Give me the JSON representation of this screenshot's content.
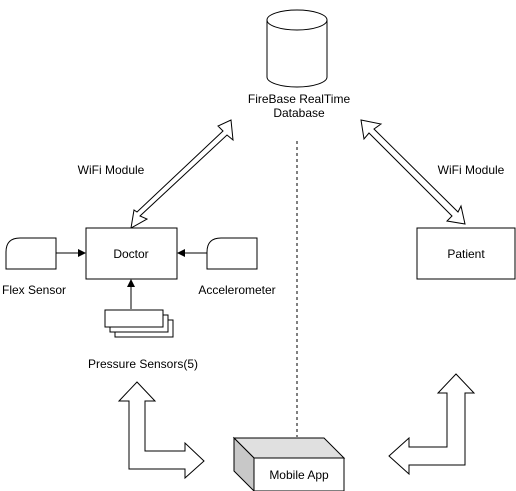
{
  "nodes": {
    "database": {
      "line1": "FireBase RealTime",
      "line2": "Database"
    },
    "doctor": {
      "label": "Doctor"
    },
    "patient": {
      "label": "Patient"
    },
    "mobile_app": {
      "label": "Mobile App"
    },
    "flex_sensor": {
      "label": "Flex Sensor"
    },
    "accelerometer": {
      "label": "Accelerometer"
    },
    "pressure_sensors": {
      "label": "Pressure Sensors(5)"
    }
  },
  "edges": {
    "wifi_left": {
      "label": "WiFi Module"
    },
    "wifi_right": {
      "label": "WiFi Module"
    }
  }
}
